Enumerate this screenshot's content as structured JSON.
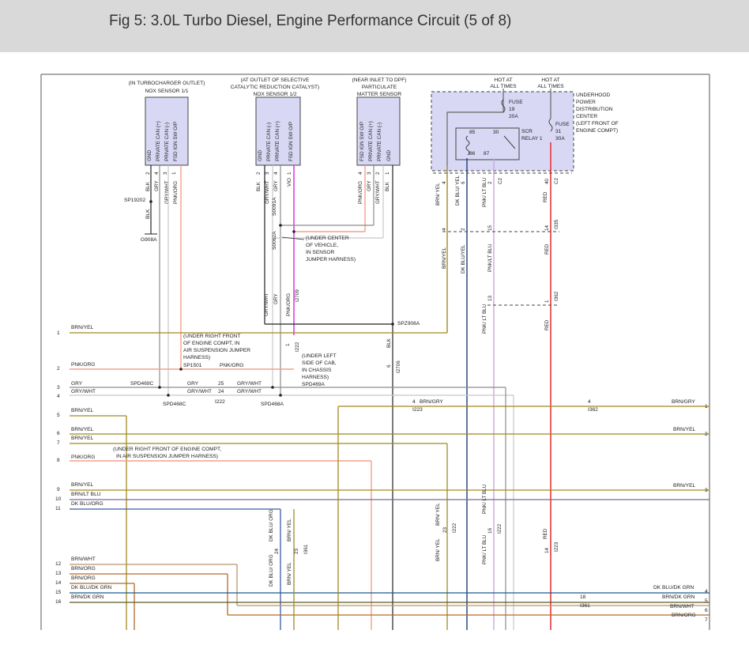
{
  "figure": {
    "title": "Fig 5: 3.0L Turbo Diesel, Engine Performance Circuit (5 of 8)"
  },
  "colors": {
    "brn_yel": "#a08a1e",
    "pnk_org": "#f4a08a",
    "gry": "#8c8c8c",
    "gry_wht": "#c8c8c8",
    "ylt_blu": "#c9a7d6",
    "red": "#e23a3a",
    "vio": "#e23ae2",
    "dk_blu_org": "#3c5aa8",
    "brn_wht": "#b9946a",
    "brn_org": "#b46a28",
    "dk_blu_dk_grn": "#1e5a8c",
    "brn_dk_grn": "#5a5a28",
    "blk": "#222222",
    "module_fill": "#d8d8f5"
  },
  "components": {
    "nox11": {
      "location": "(IN TURBOCHARGER OUTLET)",
      "name": "NOX SENSOR 1/1",
      "pins": [
        "GND",
        "PRIVATE CAN (+)",
        "PRIVATE CAN (-)",
        "FSD IGN SW O/P"
      ],
      "pin_nums": [
        "2",
        "4",
        "3",
        "1"
      ],
      "wires": [
        "BLK",
        "GRY",
        "GRY/WHT",
        "PNK/ORG"
      ]
    },
    "nox12": {
      "location": "(AT OUTLET OF SELECTIVE",
      "location2": "CATALYTIC REDUCTION CATALYST)",
      "name": "NOX SENSOR 1/2",
      "pins": [
        "GND",
        "PRIVATE CAN (-)",
        "PRIVATE CAN (+)",
        "FSD IGN SW O/P"
      ],
      "pin_nums": [
        "2",
        "3",
        "4",
        "1"
      ],
      "wires": [
        "BLK",
        "GRY/WHT",
        "GRY",
        "VIO"
      ]
    },
    "pm": {
      "location": "(NEAR INLET TO DPF)",
      "name1": "PARTICULATE",
      "name2": "MATTER SENSOR",
      "pins": [
        "FSD IGN SW O/P",
        "PRIVATE CAN (+)",
        "PRIVATE CAN (-)",
        "GND"
      ],
      "pin_nums": [
        "4",
        "3",
        "2",
        "1"
      ],
      "wires": [
        "PNK/ORG",
        "GRY",
        "GRY/WHT",
        "BLK"
      ]
    },
    "updc": {
      "lines": [
        "UNDERHOOD",
        "POWER",
        "DISTRIBUTION",
        "CENTER",
        "(LEFT FRONT OF",
        "ENGINE COMPT)"
      ],
      "hot1": [
        "HOT AT",
        "ALL TIMES"
      ],
      "hot2": [
        "HOT AT",
        "ALL TIMES"
      ],
      "fuse19": [
        "FUSE",
        "19",
        "20A"
      ],
      "fuse31": [
        "FUSE",
        "31",
        "30A"
      ],
      "relay": [
        "SCR",
        "RELAY 1"
      ],
      "relay_pins": [
        "85",
        "30",
        "86",
        "87"
      ],
      "out_pins": [
        "4",
        "6",
        "2",
        "40"
      ],
      "out_conn": "C2"
    }
  },
  "splices": {
    "sp19202": "SP19202",
    "g908a": "G908A",
    "s0091a": "S0091A",
    "s0062a": "S0062A",
    "spz908a": "SPZ908A",
    "sp1501": "SP1501",
    "spd469c": "SPD469C",
    "spd468c": "SPD468C",
    "spd468a": "SPD468A",
    "spd469a": "SPD469A"
  },
  "notes": {
    "jumper1": [
      "(UNDER CENTER",
      "OF VEHICLE,",
      "IN SENSOR",
      "JUMPER HARNESS)"
    ],
    "airsusp1": [
      "(UNDER RIGHT FRONT",
      "OF ENGINE COMPT, IN",
      "AIR SUSPENSION JUMPER",
      "HARNESS)"
    ],
    "cab": [
      "(UNDER LEFT",
      "SIDE OF CAB,",
      "IN CHASSIS",
      "HARNESS)"
    ],
    "airsusp2": [
      "(UNDER RIGHT FRONT OF ENGINE COMPT,",
      "IN AIR SUSPENSION JUMPER HARNESS)"
    ]
  },
  "connectors": {
    "i2709": "I2709",
    "i222": "I222",
    "i2706": "I2706",
    "i223": "I223",
    "i362": "I362",
    "i335": "I335",
    "i361": "I361"
  },
  "left_rows": [
    {
      "num": "1",
      "label": "BRN/YEL"
    },
    {
      "num": "2",
      "label": "PNK/ORG"
    },
    {
      "num": "3",
      "label": "GRY"
    },
    {
      "num": "4",
      "label": "GRY/WHT"
    },
    {
      "num": "5",
      "label": "BRN/YEL"
    },
    {
      "num": "6",
      "label": "BRN/YEL"
    },
    {
      "num": "7",
      "label": "BRN/YEL"
    },
    {
      "num": "8",
      "label": "PNK/ORG"
    },
    {
      "num": "9",
      "label": "BRN/YEL"
    },
    {
      "num": "10",
      "label": "BRN/LT BLU"
    },
    {
      "num": "11",
      "label": "DK BLU/ORG"
    },
    {
      "num": "12",
      "label": "BRN/WHT"
    },
    {
      "num": "13",
      "label": "BRN/ORG"
    },
    {
      "num": "14",
      "label": "BRN/ORG"
    },
    {
      "num": "15",
      "label": "DK BLU/DK GRN"
    },
    {
      "num": "16",
      "label": "BRN/DK GRN"
    }
  ],
  "right_rows": [
    {
      "num": "1",
      "label": "BRN/GRY"
    },
    {
      "num": "2",
      "label": "BRN/YEL"
    },
    {
      "num": "3",
      "label": "BRN/YEL"
    },
    {
      "num": "4",
      "label": "DK BLU/DK GRN"
    },
    {
      "num": "5",
      "label": "BRN/DK GRN"
    },
    {
      "num": "6",
      "label": "BRN/WHT"
    },
    {
      "num": "7",
      "label": "BRN/ORG"
    }
  ],
  "wire_labels": {
    "pnk_org2": "PNK/ORG",
    "gry": "GRY",
    "gry_wht": "GRY/WHT",
    "brn_gry": "BRN/GRY",
    "blk": "BLK",
    "brn_yel": "BRN/YEL",
    "dk_blu_yel": "DK BLU/YEL",
    "pnk_lt_blu": "PNK/LT BLU",
    "red": "RED",
    "brn_yel_split": "BRN/ YEL",
    "dk_blu_yel_split": "DK BLU/ YEL",
    "pnk_lt_blu_split": "PNK/ LT BLU",
    "dk_blu_org_split": "DK BLU/ ORG",
    "brn_yel_s": "BRN/ YEL"
  },
  "pin_numbers": {
    "n4": "4",
    "n2": "2",
    "n15": "15",
    "n14": "14",
    "n13": "13",
    "n1": "1",
    "n6": "6",
    "n25": "25",
    "n24": "24",
    "n23": "23",
    "n16": "16",
    "n18": "18",
    "n3": "3"
  }
}
